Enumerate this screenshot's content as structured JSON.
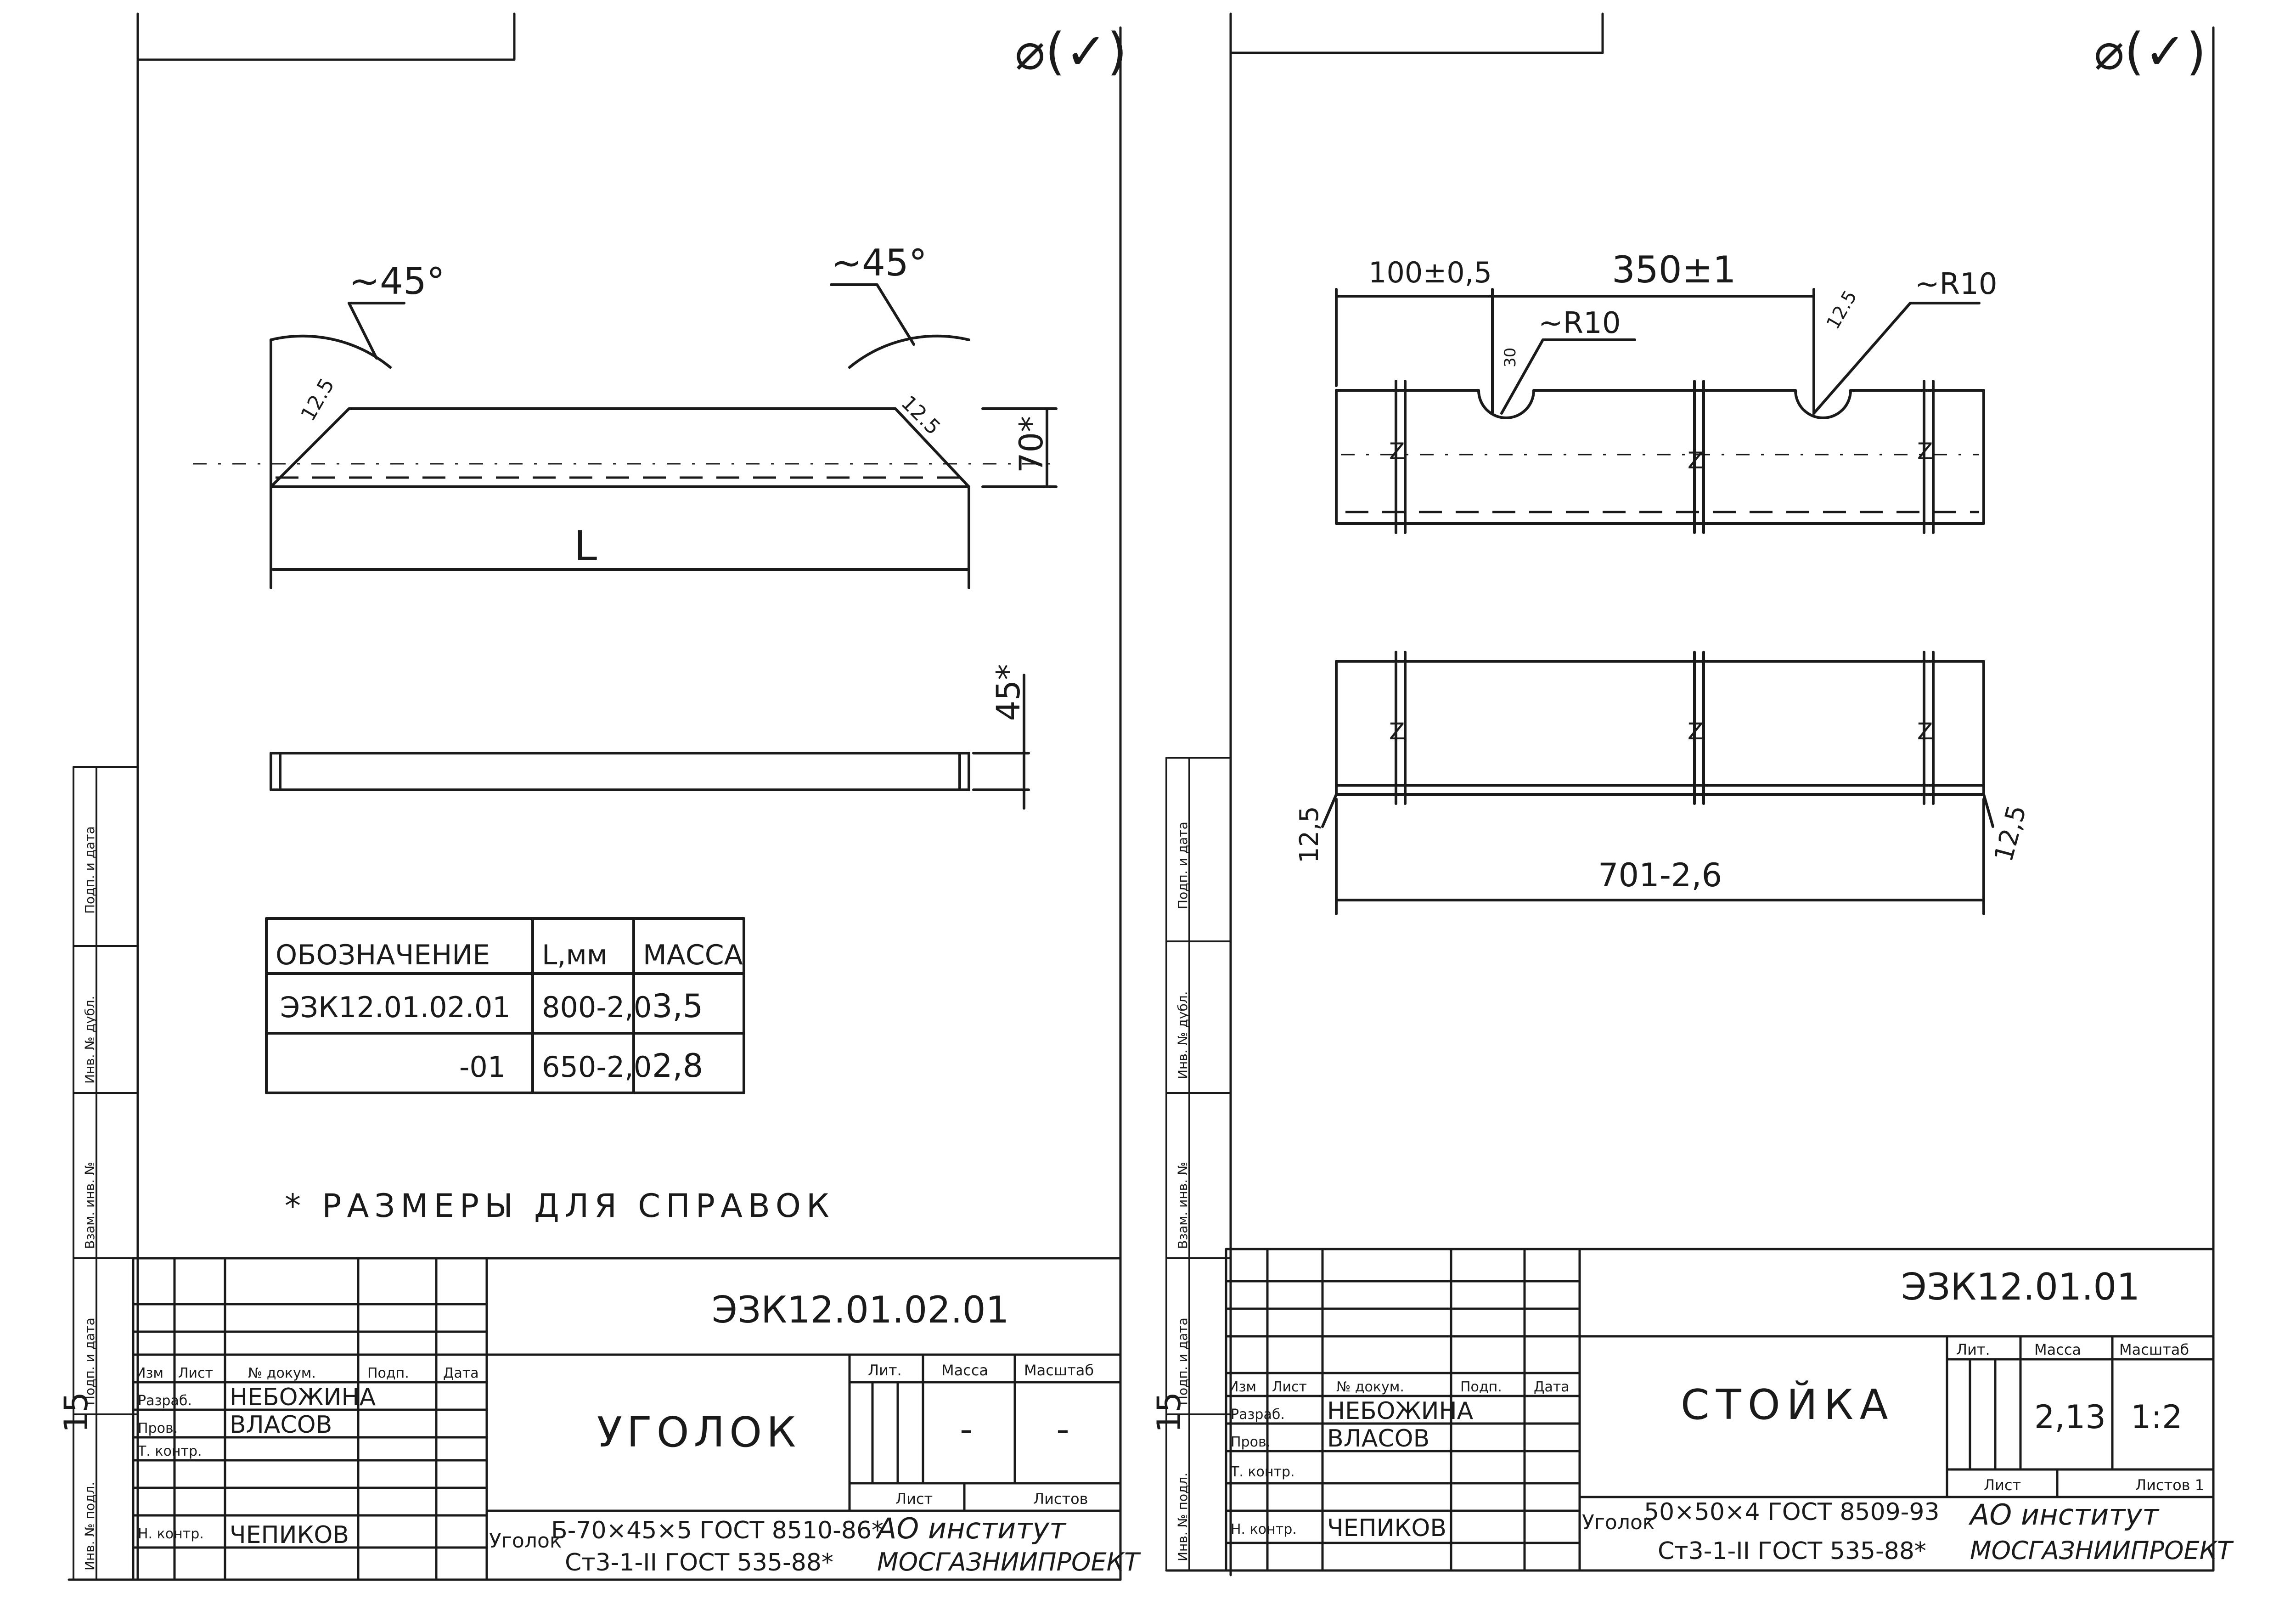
{
  "left_sheet": {
    "top_stamp": "",
    "corner_mark": "⌀(✓)",
    "angles": [
      "~45°",
      "~45°"
    ],
    "chamfer_labels": [
      "12.5",
      "12.5"
    ],
    "dim_height": "70*",
    "dim_length": "L",
    "dim_side": "45*",
    "table": {
      "headers": [
        "ОБОЗНАЧЕНИЕ",
        "L,мм",
        "МАССА"
      ],
      "rows": [
        [
          "ЭЗК12.01.02.01",
          "800-2,0",
          "3,5"
        ],
        [
          "-01",
          "650-2,0",
          "2,8"
        ]
      ]
    },
    "note": "* РАЗМЕРЫ ДЛЯ СПРАВОК",
    "side_stamp": [
      "Подп. и дата",
      "Инв. № дубл.",
      "Взам. инв. №",
      "Подп. и дата",
      "Инв. № подл."
    ],
    "side_number": "15",
    "title_block": {
      "designation": "ЭЗК12.01.02.01",
      "name": "УГОЛОК",
      "headers": [
        "Изм",
        "Лист",
        "№ докум.",
        "Подп.",
        "Дата"
      ],
      "roles": [
        "Разраб.",
        "Пров.",
        "Т. контр.",
        "",
        "Н. контр."
      ],
      "names": [
        "НЕБОЖИНА",
        "ВЛАСОВ",
        "",
        "",
        "ЧЕПИКОВ"
      ],
      "lit_label": "Лит.",
      "mass_label": "Масса",
      "scale_label": "Масштаб",
      "mass": "-",
      "scale": "-",
      "sheet_label": "Лист",
      "sheets_label": "Листов",
      "material_prefix": "Уголок",
      "material_line1": "Б-70×45×5 ГОСТ 8510-86*",
      "material_line2": "Ст3-1-II ГОСТ 535-88*",
      "org_line1": "АО институт",
      "org_line2": "МОСГАЗНИИПРОЕКТ"
    }
  },
  "right_sheet": {
    "corner_mark": "⌀(✓)",
    "dim_left": "100±0,5",
    "dim_center": "350±1",
    "radius_left": "~R10",
    "radius_right": "~R10",
    "small_dims": [
      "30",
      "12.5"
    ],
    "break_marks": [
      "Z",
      "Z",
      "Z"
    ],
    "edge_left": "12,5",
    "edge_right": "12,5",
    "dim_total": "701-2,6",
    "side_stamp": [
      "Подп. и дата",
      "Инв. № дубл.",
      "Взам. инв. №",
      "Подп. и дата",
      "Инв. № подл."
    ],
    "side_number": "15",
    "title_block": {
      "designation": "ЭЗК12.01.01",
      "name": "СТОЙКА",
      "headers": [
        "Изм",
        "Лист",
        "№ докум.",
        "Подп.",
        "Дата"
      ],
      "roles": [
        "Разраб.",
        "Пров.",
        "Т. контр.",
        "",
        "Н. контр."
      ],
      "names": [
        "НЕБОЖИНА",
        "ВЛАСОВ",
        "",
        "",
        "ЧЕПИКОВ"
      ],
      "lit_label": "Лит.",
      "mass_label": "Масса",
      "scale_label": "Масштаб",
      "mass": "2,13",
      "scale": "1:2",
      "sheet_label": "Лист",
      "sheets_label": "Листов 1",
      "material_prefix": "Уголок",
      "material_line1": "50×50×4 ГОСТ 8509-93",
      "material_line2": "Ст3-1-II ГОСТ 535-88*",
      "org_line1": "АО институт",
      "org_line2": "МОСГАЗНИИПРОЕКТ"
    }
  }
}
